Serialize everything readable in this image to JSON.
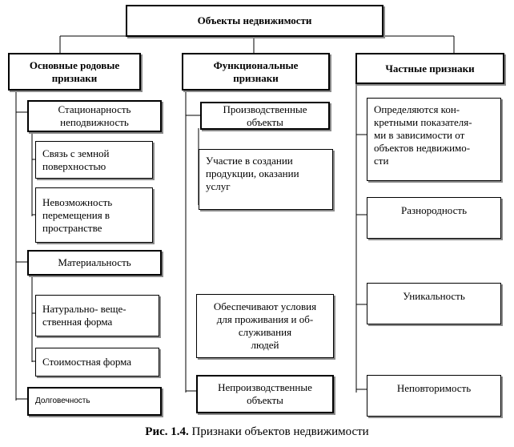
{
  "root": {
    "label": "Объекты  недвижимости"
  },
  "categories": {
    "generic": "Основные родовые\nпризнаки",
    "functional": "Функциональные\nпризнаки",
    "particular": "Частные признаки"
  },
  "generic_items": {
    "stationary": "Стационарность\nнеподвижность",
    "earth_link": "Связь с земной\nповерхностью",
    "immovability": "Невозможность\nперемещения в\nпространстве",
    "materiality": "Материальность",
    "natural_form": "Натурально- веще-\nственная форма",
    "value_form": "Стоимостная форма",
    "durability": "Долговечность"
  },
  "functional_items": {
    "productive": "Производственные\nобъекты",
    "productive_desc": "Участие в создании\nпродукции, оказании\nуслуг",
    "nonproductive_desc": "Обеспечивают условия\nдля проживания и об-\nслуживания\nлюдей",
    "nonproductive": "Непроизводственные\nобъекты"
  },
  "particular_items": {
    "determined": "Определяются  кон-\nкретными показателя-\nми в зависимости  от\nобъектов недвижимо-\nсти",
    "heterogeneity": "Разнородность",
    "uniqueness": "Уникальность",
    "nonrepeatability": "Неповторимость"
  },
  "caption": {
    "prefix": "Рис. 1.4.",
    "text": " Признаки объектов недвижимости"
  }
}
